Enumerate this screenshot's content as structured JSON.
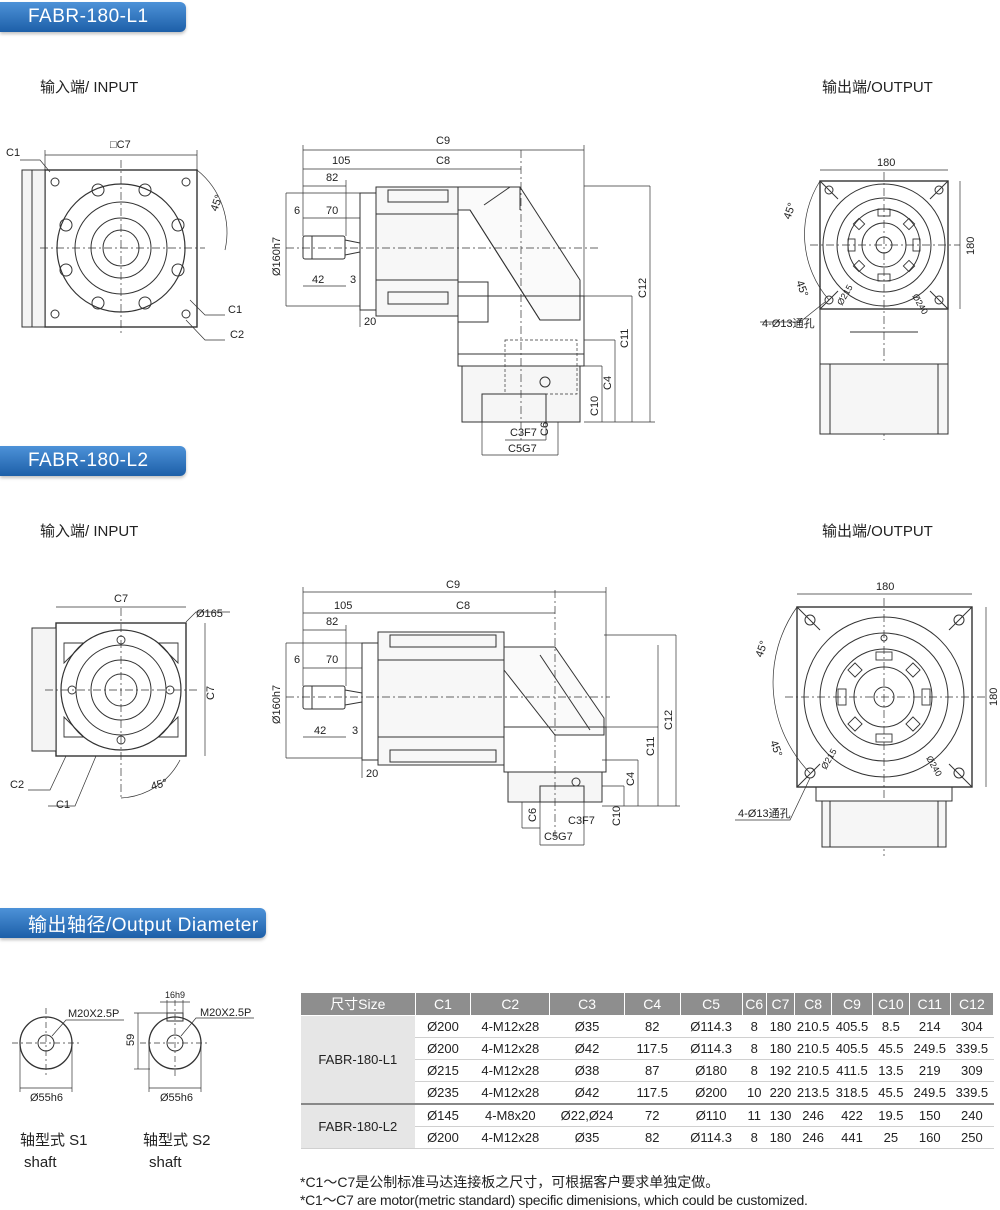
{
  "sections": {
    "l1_title": "FABR-180-L1",
    "l2_title": "FABR-180-L2",
    "diameter_title": "输出轴径/Output Diameter"
  },
  "views": {
    "input_label": "输入端/ INPUT",
    "output_label": "输出端/OUTPUT"
  },
  "dims": {
    "c1": "C1",
    "c2": "C2",
    "c4": "C4",
    "c7": "C7",
    "sq_c7": "□C7",
    "c8": "C8",
    "c9": "C9",
    "c10": "C10",
    "c11": "C11",
    "c12": "C12",
    "c3f7": "C3F7",
    "c6": "C6",
    "c5g7": "C5G7",
    "d105": "105",
    "d82": "82",
    "d70": "70",
    "d6": "6",
    "d42": "42",
    "d3": "3",
    "d20": "20",
    "phi160": "Ø160h7",
    "phi165": "Ø165",
    "phi215": "Ø215",
    "phi240": "Ø240",
    "d180": "180",
    "a45": "45°",
    "holes": "4-Ø13通孔"
  },
  "shafts": {
    "thread": "M20X2.5P",
    "phi55": "Ø55h6",
    "key_width": "16h9",
    "key_height": "59",
    "s1_label": "轴型式 S1",
    "s2_label": "轴型式 S2",
    "shaft_word": "shaft"
  },
  "table": {
    "headers": [
      "尺寸Size",
      "C1",
      "C2",
      "C3",
      "C4",
      "C5",
      "C6",
      "C7",
      "C8",
      "C9",
      "C10",
      "C11",
      "C12"
    ],
    "groups": [
      {
        "model": "FABR-180-L1",
        "rows": [
          [
            "Ø200",
            "4-M12x28",
            "Ø35",
            "82",
            "Ø114.3",
            "8",
            "180",
            "210.5",
            "405.5",
            "8.5",
            "214",
            "304"
          ],
          [
            "Ø200",
            "4-M12x28",
            "Ø42",
            "117.5",
            "Ø114.3",
            "8",
            "180",
            "210.5",
            "405.5",
            "45.5",
            "249.5",
            "339.5"
          ],
          [
            "Ø215",
            "4-M12x28",
            "Ø38",
            "87",
            "Ø180",
            "8",
            "192",
            "210.5",
            "411.5",
            "13.5",
            "219",
            "309"
          ],
          [
            "Ø235",
            "4-M12x28",
            "Ø42",
            "117.5",
            "Ø200",
            "10",
            "220",
            "213.5",
            "318.5",
            "45.5",
            "249.5",
            "339.5"
          ]
        ]
      },
      {
        "model": "FABR-180-L2",
        "rows": [
          [
            "Ø145",
            "4-M8x20",
            "Ø22,Ø24",
            "72",
            "Ø110",
            "11",
            "130",
            "246",
            "422",
            "19.5",
            "150",
            "240"
          ],
          [
            "Ø200",
            "4-M12x28",
            "Ø35",
            "82",
            "Ø114.3",
            "8",
            "180",
            "246",
            "441",
            "25",
            "160",
            "250"
          ]
        ]
      }
    ]
  },
  "notes": {
    "cn": "*C1～C7是公制标准马达连接板之尺寸，可根据客户要求单独定做。",
    "en": "*C1～C7 are motor(metric standard) specific dimenisions, which could be customized."
  },
  "colors": {
    "banner": "#2f74c0",
    "table_header": "#8e8e8e"
  }
}
